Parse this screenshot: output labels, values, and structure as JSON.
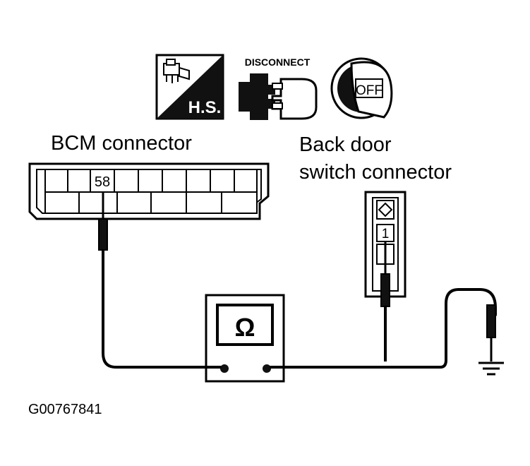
{
  "icons": {
    "hs_label": "H.S.",
    "disconnect_label": "DISCONNECT",
    "key_label": "OFF"
  },
  "bcm": {
    "title": "BCM connector",
    "pin": "58"
  },
  "back_door": {
    "title_line1": "Back door",
    "title_line2": "switch connector",
    "pin": "1"
  },
  "meter": {
    "symbol": "Ω"
  },
  "figure_id": "G00767841"
}
